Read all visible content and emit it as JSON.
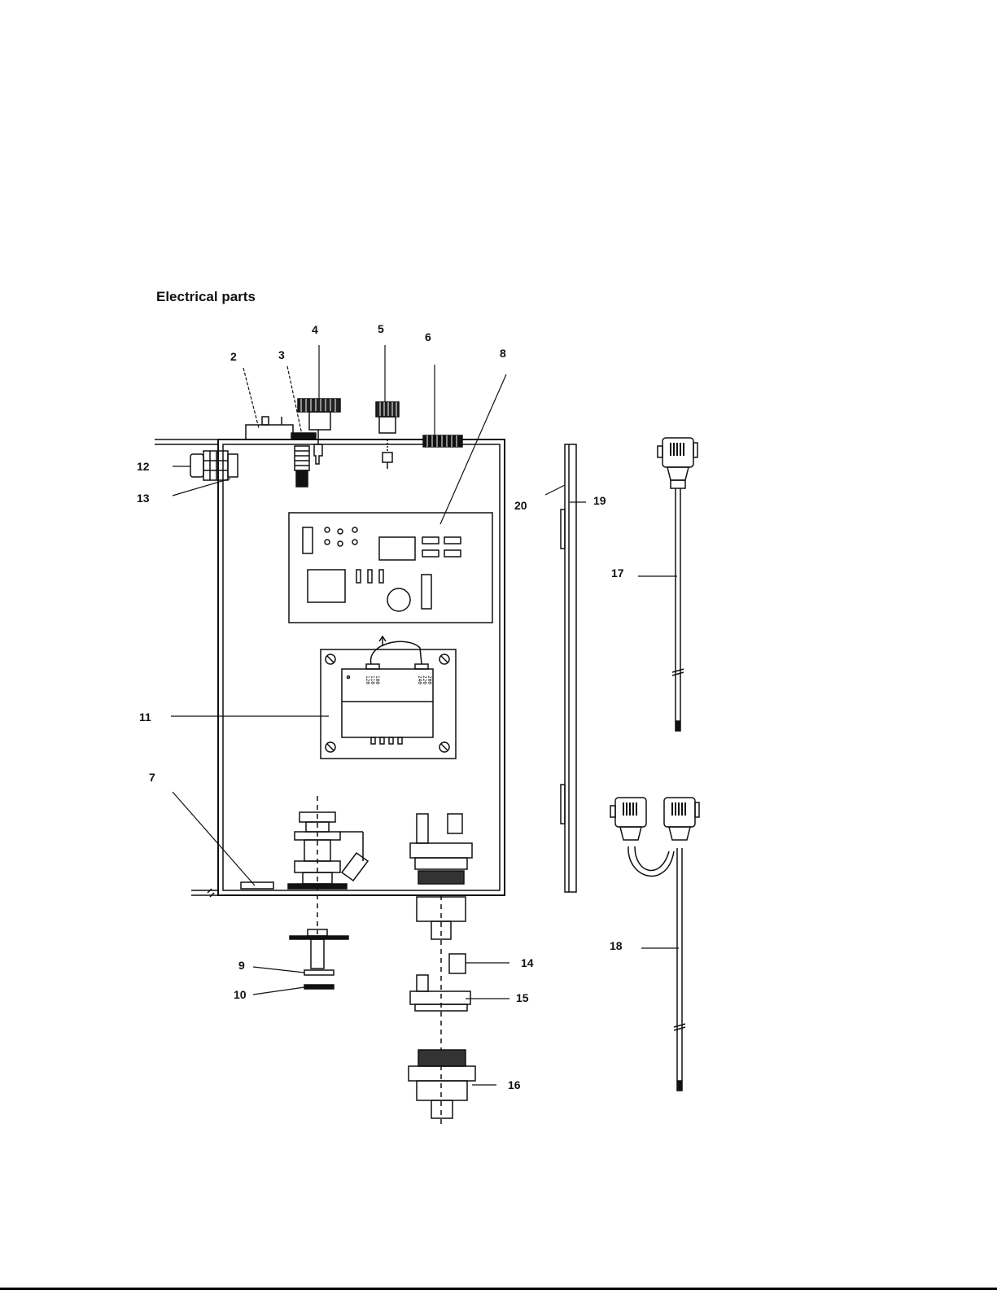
{
  "title": "Electrical parts",
  "callouts": {
    "c2": "2",
    "c3": "3",
    "c4": "4",
    "c5": "5",
    "c6": "6",
    "c7": "7",
    "c8": "8",
    "c9": "9",
    "c10": "10",
    "c11": "11",
    "c12": "12",
    "c13": "13",
    "c14": "14",
    "c15": "15",
    "c16": "16",
    "c17": "17",
    "c18": "18",
    "c19": "19",
    "c20": "20"
  },
  "transformer_taps": {
    "t120": "120",
    "t110": "110",
    "t100": "100",
    "t240": "240",
    "t220": "220",
    "t200": "200"
  }
}
